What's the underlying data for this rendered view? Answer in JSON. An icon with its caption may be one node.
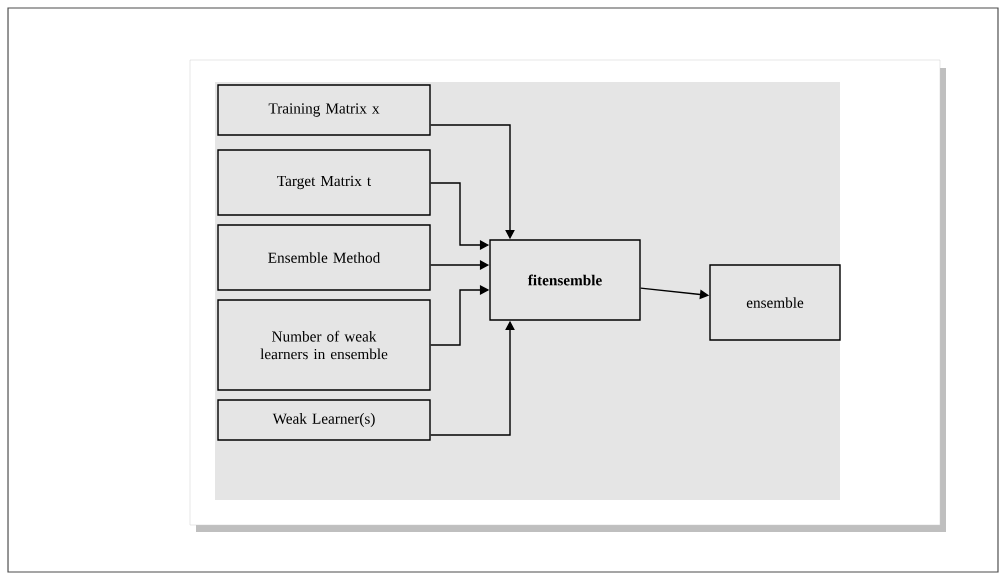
{
  "diagram": {
    "nodes": [
      {
        "text": [
          "Training Matrix x"
        ]
      },
      {
        "text": [
          "Target Matrix t"
        ]
      },
      {
        "text": [
          "Ensemble Method"
        ]
      },
      {
        "text": [
          "Number of weak learners in ensemble"
        ]
      },
      {
        "text": [
          "Weak Learner(s)"
        ]
      },
      {
        "text": [
          "fitensemble"
        ]
      },
      {
        "text": [
          "ensemble"
        ]
      }
    ],
    "edges": [
      {
        "from": 0,
        "to": 5,
        "arrow": "to"
      },
      {
        "from": 1,
        "to": 5,
        "arrow": "to"
      },
      {
        "from": 2,
        "to": 5,
        "arrow": "to"
      },
      {
        "from": 3,
        "to": 5,
        "arrow": "to"
      },
      {
        "from": 4,
        "to": 5,
        "arrow": "to"
      },
      {
        "from": 5,
        "to": 6,
        "arrow": "to"
      }
    ]
  }
}
